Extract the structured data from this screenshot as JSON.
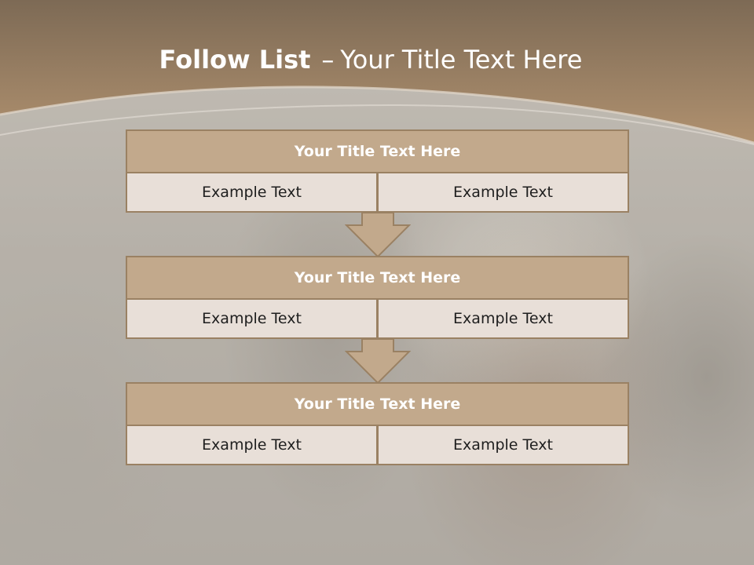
{
  "slide": {
    "title_bold": "Follow List",
    "title_separator": "–",
    "title_rest": "Your Title Text Here"
  },
  "steps": [
    {
      "title": "Your Title Text Here",
      "cells": [
        "Example Text",
        "Example Text"
      ]
    },
    {
      "title": "Your Title Text Here",
      "cells": [
        "Example Text",
        "Example Text"
      ]
    },
    {
      "title": "Your Title Text Here",
      "cells": [
        "Example Text",
        "Example Text"
      ]
    }
  ],
  "colors": {
    "header_band": "#a98b6c",
    "box_title_fill": "#c2a98c",
    "box_border": "#9a8163",
    "cell_fill": "#e8dfd8",
    "arrow_fill": "#c2a98c"
  },
  "icons": [
    "down-arrow-icon",
    "down-arrow-icon"
  ]
}
